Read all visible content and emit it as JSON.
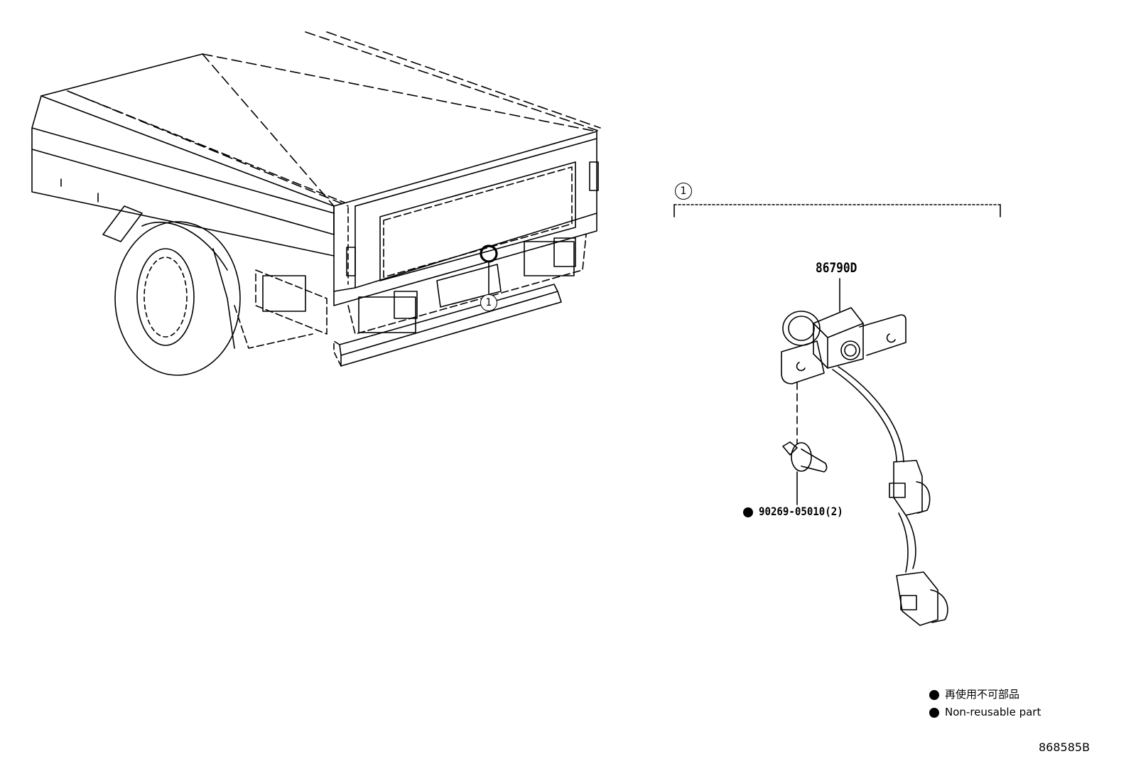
{
  "callouts": {
    "group": "1",
    "truck": "1"
  },
  "parts": {
    "camera_part_number": "86790D",
    "clip_part_number": "90269-05010(2)"
  },
  "legend": {
    "japanese": "再使用不可部品",
    "english": "Non-reusable part"
  },
  "diagram_code": "868585B",
  "colors": {
    "line": "#000000",
    "background": "#ffffff"
  }
}
